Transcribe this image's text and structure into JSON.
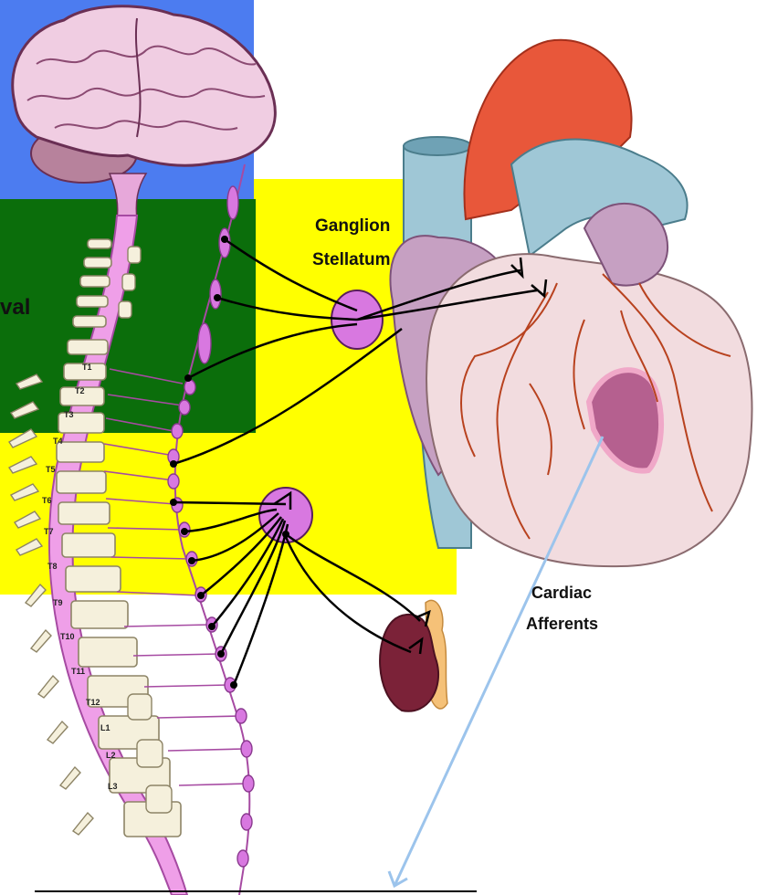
{
  "labels": {
    "partial_region": "val",
    "ganglion_line1": "Ganglion",
    "ganglion_line2": "Stellatum",
    "cardiac_line1": "Cardiac",
    "cardiac_line2": "Afferents"
  },
  "segments": [
    "T1",
    "T2",
    "T3",
    "T4",
    "T5",
    "T6",
    "T7",
    "T8",
    "T9",
    "T10",
    "T11",
    "T12",
    "L1",
    "L2",
    "L3"
  ],
  "colors": {
    "brain_region": "#4c7cf0",
    "cervical_region": "#0b6e0b",
    "thoracic_region": "#ffff00",
    "ganglion": "#d878e0",
    "nerve": "#000000",
    "afferent_arrow": "#9cc4ec",
    "aorta": "#e8573a",
    "pulmonary": "#9fc7d6",
    "heart": "#f2dcdf",
    "infarct": "#b5608f",
    "kidney": "#7b2238"
  },
  "icons": [
    "brain-icon",
    "spinal-cord-icon",
    "heart-icon",
    "kidney-icon"
  ]
}
